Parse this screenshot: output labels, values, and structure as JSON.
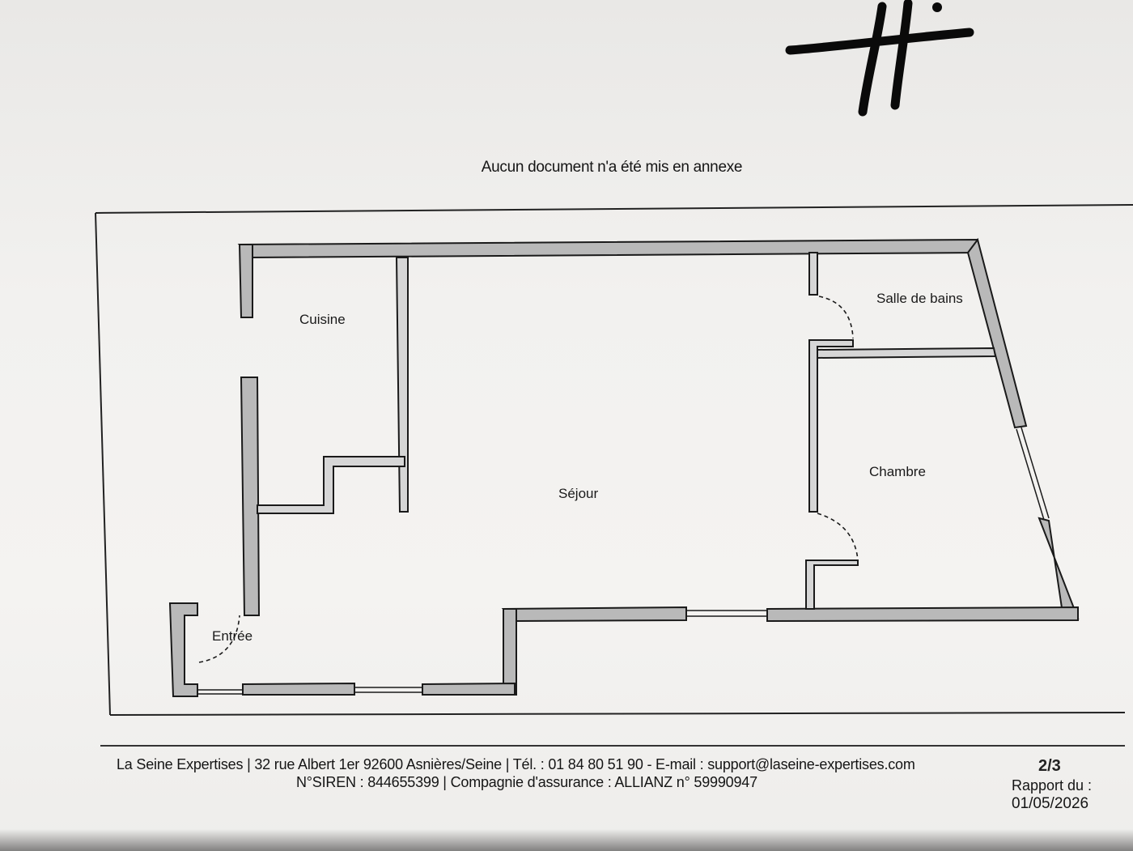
{
  "document": {
    "annex_note": "Aucun document n'a été mis en annexe"
  },
  "floor_plan": {
    "rooms": {
      "cuisine": "Cuisine",
      "sejour": "Séjour",
      "salle_de_bains": "Salle de bains",
      "chambre": "Chambre",
      "entree": "Entrée"
    },
    "wall_color": "#b9b9b9",
    "outline_color": "#1a1a1a"
  },
  "footer": {
    "line1": "La Seine Expertises | 32 rue Albert 1er 92600 Asnières/Seine | Tél. : 01 84 80 51 90 - E-mail : support@laseine-expertises.com",
    "line2": "N°SIREN : 844655399 | Compagnie d'assurance : ALLIANZ n° 59990947",
    "page": "2/3",
    "report_label": "Rapport du :",
    "report_date": "01/05/2026"
  }
}
